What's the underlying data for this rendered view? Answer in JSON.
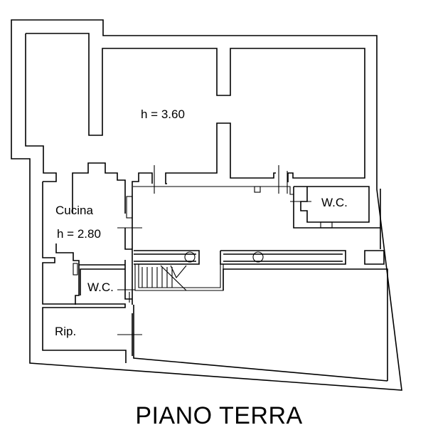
{
  "labels": {
    "main_height": "h = 3.60",
    "kitchen": "Cucina",
    "kitchen_height": "h = 2.80",
    "wc_right": "W.C.",
    "wc_left": "W.C.",
    "storage": "Rip.",
    "title": "PIANO TERRA"
  }
}
